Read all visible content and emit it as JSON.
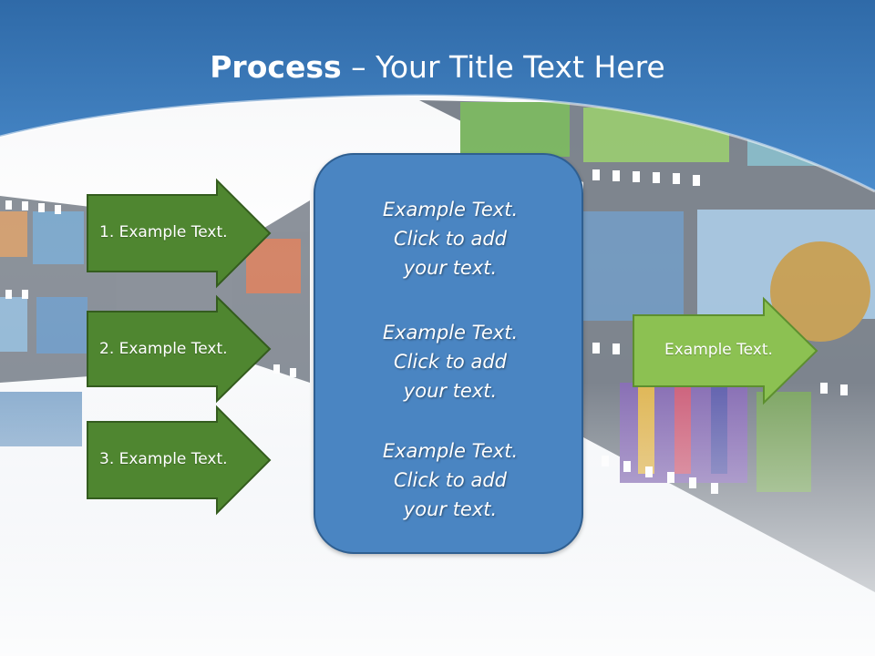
{
  "title": {
    "bold": "Process",
    "rest": " – Your Title Text Here"
  },
  "left_steps": [
    {
      "label": "1. Example Text."
    },
    {
      "label": "2. Example Text."
    },
    {
      "label": "3. Example Text."
    }
  ],
  "center_box": [
    {
      "line1": "Example Text.",
      "line2": "Click  to add",
      "line3": "your text."
    },
    {
      "line1": "Example Text.",
      "line2": "Click  to add",
      "line3": "your text."
    },
    {
      "line1": "Example Text.",
      "line2": "Click  to add",
      "line3": "your text."
    }
  ],
  "output_arrow": {
    "label": "Example Text."
  },
  "colors": {
    "header_blue": "#3d7dbd",
    "dark_arrow": "#4f8630",
    "light_arrow": "#8cc152",
    "box_blue": "#4a85c2"
  }
}
